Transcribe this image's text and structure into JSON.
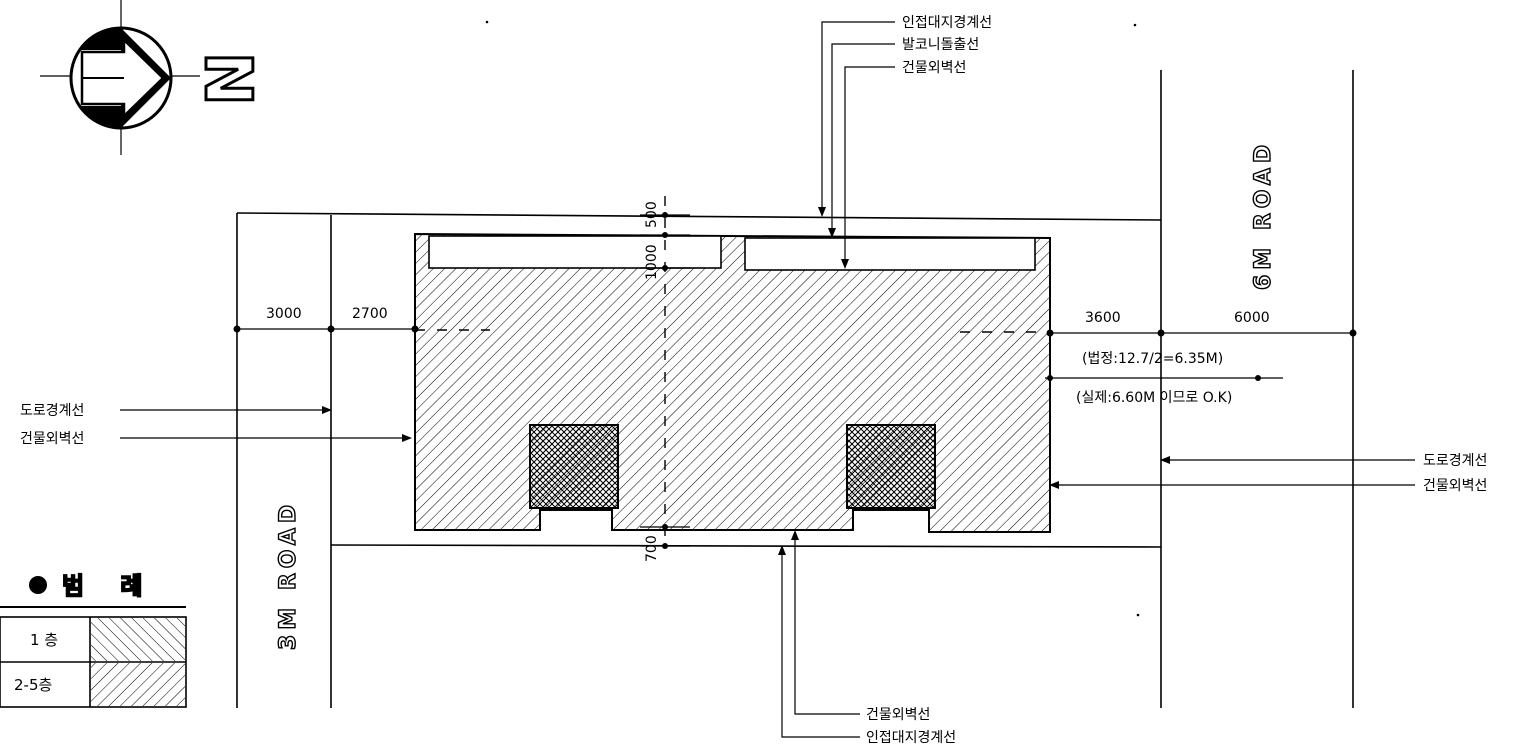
{
  "labels": {
    "adjacent_boundary": "인접대지경계선",
    "balcony_line": "발코니돌출선",
    "building_wall": "건물외벽선",
    "road_boundary": "도로경계선"
  },
  "roads": {
    "left": "3M ROAD",
    "right": "6M ROAD"
  },
  "dimensions": {
    "d3000": "3000",
    "d2700": "2700",
    "d3600": "3600",
    "d6000": "6000",
    "d500": "500",
    "d1000": "1000",
    "d700": "700"
  },
  "notes": {
    "legal": "(법정:12.7/2=6.35M)",
    "actual": "(실제:6.60M 이므로 O.K)"
  },
  "legend": {
    "title": "범 례",
    "items": [
      {
        "label": "1 층",
        "pattern": "diagonal-single"
      },
      {
        "label": "2-5층",
        "pattern": "diagonal-double"
      }
    ]
  },
  "north": {
    "letter": "N",
    "icon": "north-arrow-icon"
  },
  "colors": {
    "ink": "#000000",
    "paper": "#ffffff"
  }
}
